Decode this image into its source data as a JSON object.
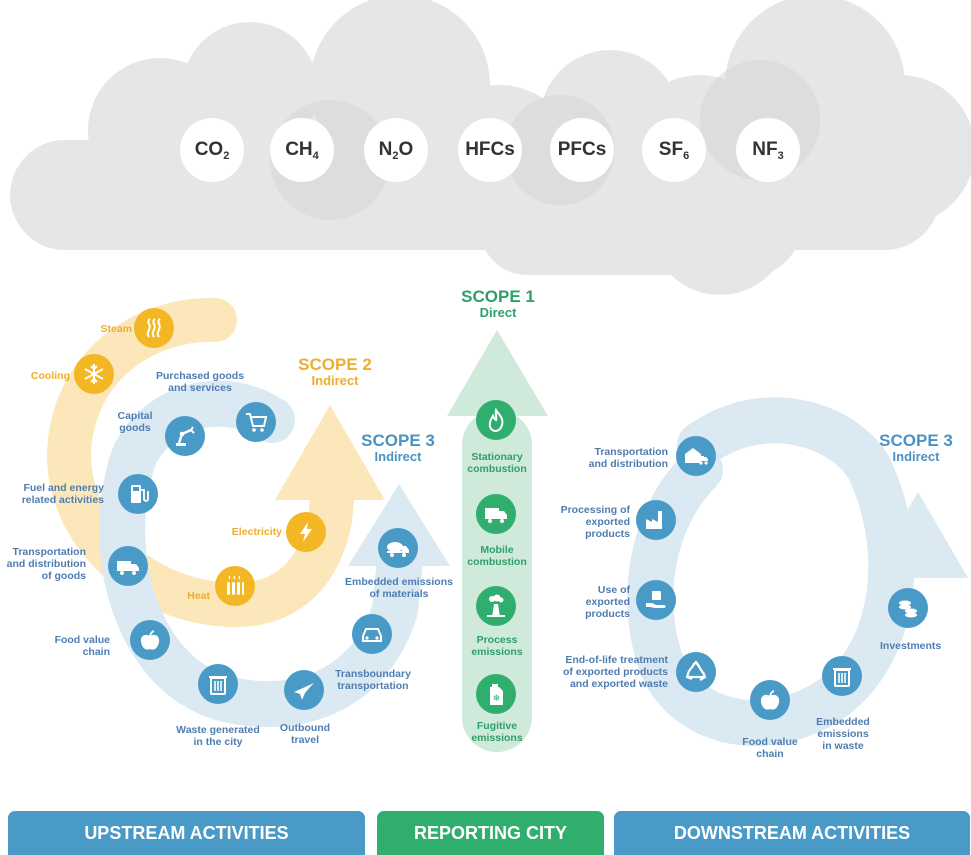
{
  "gases": {
    "co2": {
      "base": "CO",
      "sub": "2"
    },
    "ch4": {
      "base": "CH",
      "sub": "4"
    },
    "n2o": {
      "a": "N",
      "sub": "2",
      "b": "O"
    },
    "hfcs": "HFCs",
    "pfcs": "PFCs",
    "sf6": {
      "base": "SF",
      "sub": "6"
    },
    "nf3": {
      "base": "NF",
      "sub": "3"
    }
  },
  "scope1": {
    "title": "SCOPE 1",
    "subtitle": "Direct"
  },
  "scope2": {
    "title": "SCOPE 2",
    "subtitle": "Indirect"
  },
  "scope3_upstream": {
    "title": "SCOPE 3",
    "subtitle": "Indirect"
  },
  "scope3_downstream": {
    "title": "SCOPE 3",
    "subtitle": "Indirect"
  },
  "scope2_items": {
    "steam": "Steam",
    "cooling": "Cooling",
    "electricity": "Electricity",
    "heat": "Heat"
  },
  "upstream_items": {
    "purchased": "Purchased goods\nand services",
    "capital": "Capital\ngoods",
    "fuel": "Fuel and energy\nrelated activities",
    "transport_goods": "Transportation\nand distribution\nof goods",
    "food": "Food value\nchain",
    "waste": "Waste generated\nin the city",
    "outbound": "Outbound\ntravel",
    "transboundary": "Transboundary\ntransportation",
    "embedded_materials": "Embedded emissions\nof materials"
  },
  "scope1_items": {
    "stationary": "Stationary\ncombustion",
    "mobile": "Mobile\ncombustion",
    "process": "Process\nemissions",
    "fugitive": "Fugitive\nemissions"
  },
  "downstream_items": {
    "transport_dist": "Transportation\nand distribution",
    "processing": "Processing of\nexported\nproducts",
    "use": "Use of\nexported\nproducts",
    "eol": "End-of-life treatment\nof exported products\nand exported waste",
    "food": "Food value\nchain",
    "embedded_waste": "Embedded\nemissions\nin waste",
    "investments": "Investments"
  },
  "bars": {
    "upstream": "UPSTREAM ACTIVITIES",
    "reporting": "REPORTING CITY",
    "downstream": "DOWNSTREAM ACTIVITIES"
  },
  "colors": {
    "blue": "#4a9ac7",
    "light_blue": "#dbe9f3",
    "green": "#2fae6e",
    "light_green": "#cfe9db",
    "orange": "#f3b725",
    "light_orange": "#fbe7b9",
    "cloud": "#e3e4e5"
  }
}
